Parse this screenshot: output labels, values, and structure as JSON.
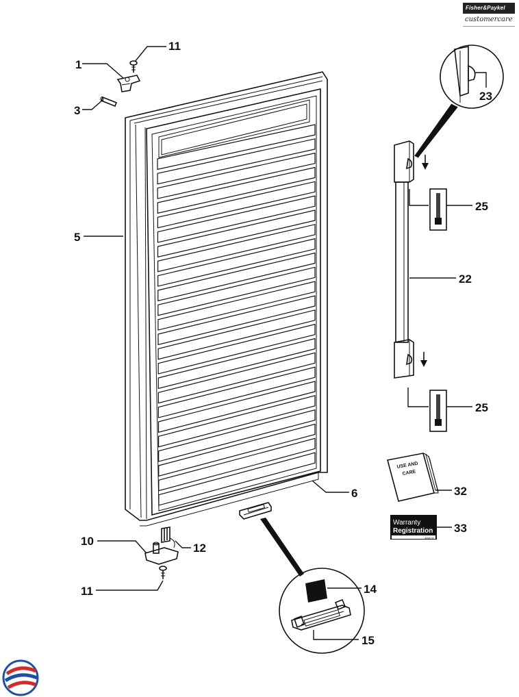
{
  "brand": {
    "company": "Fisher&Paykel",
    "service": "customer",
    "service_suffix": "care"
  },
  "parts": [
    {
      "id": "p1",
      "number": "1"
    },
    {
      "id": "p3",
      "number": "3"
    },
    {
      "id": "p5",
      "number": "5"
    },
    {
      "id": "p6",
      "number": "6"
    },
    {
      "id": "p10",
      "number": "10"
    },
    {
      "id": "p11a",
      "number": "11"
    },
    {
      "id": "p11b",
      "number": "11"
    },
    {
      "id": "p12",
      "number": "12"
    },
    {
      "id": "p14",
      "number": "14"
    },
    {
      "id": "p15",
      "number": "15"
    },
    {
      "id": "p22",
      "number": "22"
    },
    {
      "id": "p23",
      "number": "23"
    },
    {
      "id": "p25a",
      "number": "25"
    },
    {
      "id": "p25b",
      "number": "25"
    },
    {
      "id": "p32",
      "number": "32"
    },
    {
      "id": "p33",
      "number": "33"
    }
  ],
  "manual": {
    "line1": "USE AND",
    "line2": "CARE"
  },
  "warranty": {
    "line1": "Warranty",
    "line2": "Registration",
    "code": "426174"
  },
  "colors": {
    "ink": "#111111",
    "logo_blue": "#1f4fa0",
    "logo_red": "#d42a2a"
  }
}
